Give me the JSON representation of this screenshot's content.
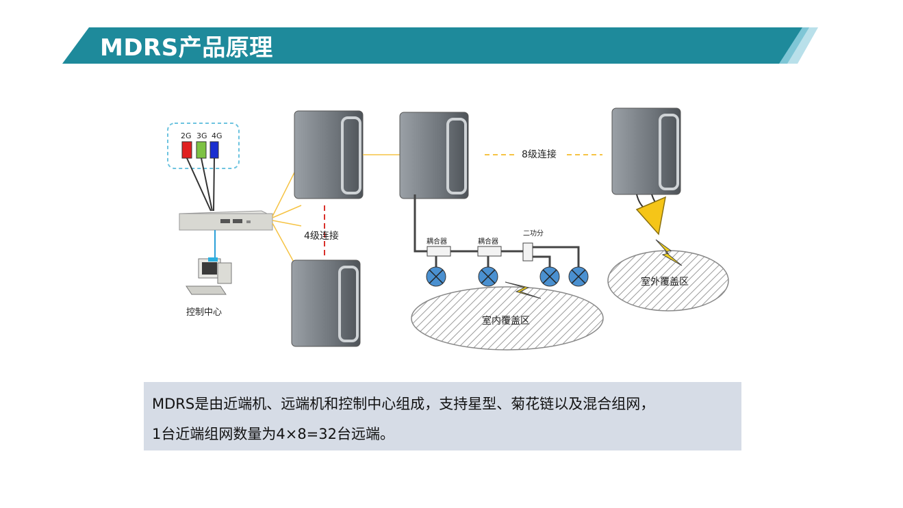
{
  "title": "MDRS产品原理",
  "colors": {
    "banner": "#1e8a9b",
    "banner_accent": "#7fc6d6",
    "banner_light": "#b9e0ea",
    "caption_bg": "#d6dce6",
    "link_yellow": "#f6c343",
    "link_red": "#d9302a"
  },
  "diagram": {
    "signal_labels": [
      "2G",
      "3G",
      "4G"
    ],
    "control_center_label": "控制中心",
    "level4_label": "4级连接",
    "level8_label": "8级连接",
    "combiner_label_1": "耦合器",
    "combiner_label_2": "耦合器",
    "splitter_label": "二功分",
    "indoor_label": "室内覆盖区",
    "outdoor_label": "室外覆盖区"
  },
  "caption": {
    "line1": "MDRS是由近端机、远端机和控制中心组成，支持星型、菊花链以及混合组网，",
    "line2": "1台近端组网数量为4×8=32台远端。"
  }
}
